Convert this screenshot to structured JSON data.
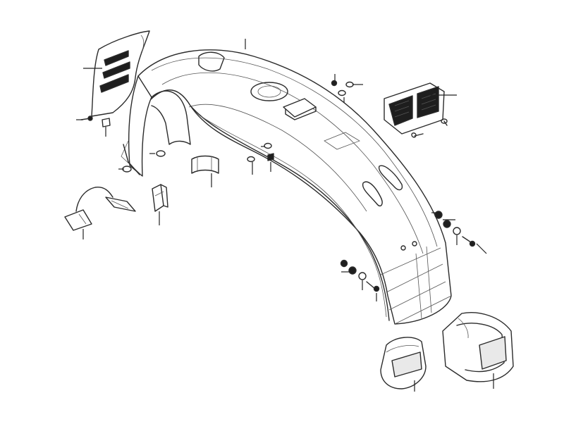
{
  "diagram": {
    "parts": [
      {
        "name": "rear-fender"
      },
      {
        "name": "ventilation-grille-left"
      },
      {
        "name": "vent-grille-right"
      },
      {
        "name": "mudflap-bracket"
      },
      {
        "name": "clip-bracket"
      },
      {
        "name": "saddle-bracket"
      },
      {
        "name": "rear-lamp-assembly"
      },
      {
        "name": "reflector-plate"
      },
      {
        "name": "bolt-nut-washer-sets"
      }
    ]
  }
}
